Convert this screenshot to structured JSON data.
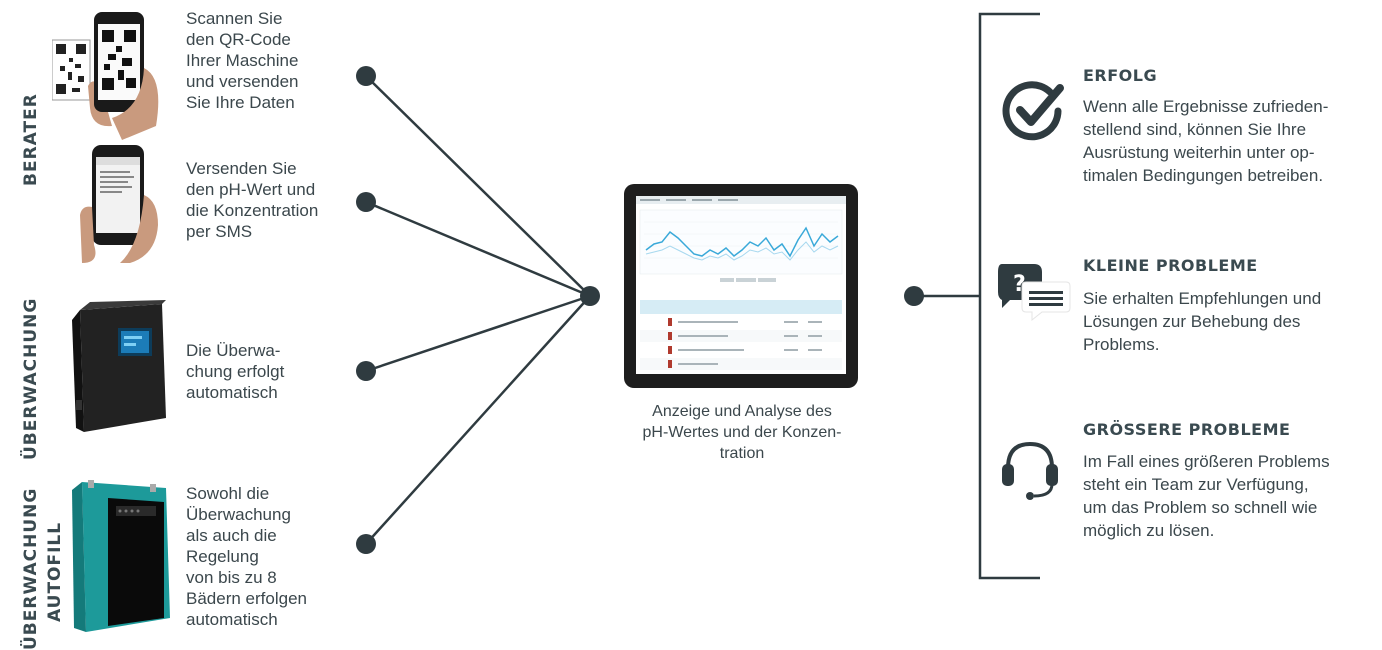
{
  "sections": {
    "berater": "BERATER",
    "ueberwachung": "ÜBERWACHUNG",
    "ueberwachung_autofill": [
      "ÜBERWACHUNG",
      "AUTOFILL"
    ]
  },
  "inputs": [
    {
      "lines": [
        "Scannen Sie",
        "den QR-Code",
        "Ihrer Maschine",
        "und versenden",
        "Sie Ihre Daten"
      ]
    },
    {
      "lines": [
        "Versenden Sie",
        "den pH-Wert und",
        "die Konzentration",
        "per SMS"
      ]
    },
    {
      "lines": [
        "Die Überwa-",
        "chung erfolgt",
        "automatisch"
      ]
    },
    {
      "lines": [
        "Sowohl die",
        "Überwachung",
        "als auch die",
        "Regelung",
        "von bis zu 8",
        "Bädern erfolgen",
        "automatisch"
      ]
    }
  ],
  "center": {
    "caption": [
      "Anzeige und Analyse des",
      "pH-Wertes und der Konzen-",
      "tration"
    ]
  },
  "outcomes": [
    {
      "icon": "checkmark-circle-icon",
      "title": "ERFOLG",
      "lines": [
        "Wenn alle Ergebnisse zufrieden-",
        "stellend sind, können Sie Ihre",
        "Ausrüstung weiterhin unter op-",
        "timalen Bedingungen betreiben."
      ]
    },
    {
      "icon": "question-chat-icon",
      "title": "KLEINE PROBLEME",
      "lines": [
        "Sie erhalten Empfehlungen und",
        "Lösungen zur Behebung des",
        "Problems."
      ]
    },
    {
      "icon": "headset-icon",
      "title": "GRÖSSERE PROBLEME",
      "lines": [
        "Im Fall eines größeren Problems",
        "steht ein Team zur Verfügung,",
        "um das Problem so schnell wie",
        "möglich zu lösen."
      ]
    }
  ],
  "colors": {
    "line": "#2f3b40",
    "accent": "#19a4b0",
    "chart_line": "#3aa9d9"
  }
}
